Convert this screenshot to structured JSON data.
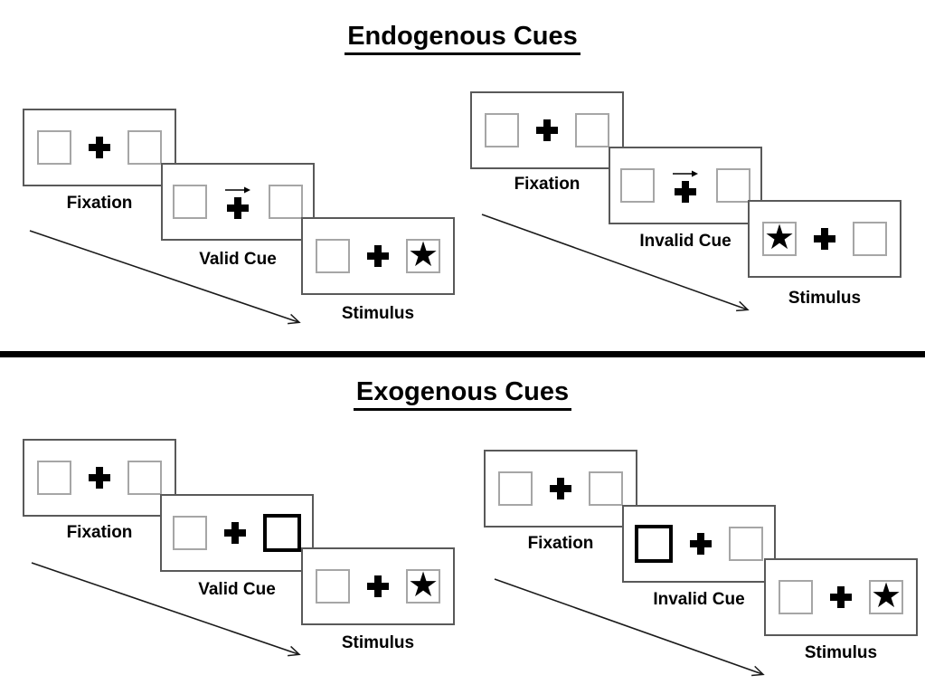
{
  "sections": [
    {
      "title": "Endogenous Cues",
      "sequences": [
        {
          "name": "valid",
          "panels": [
            {
              "label": "Fixation"
            },
            {
              "label": "Valid Cue"
            },
            {
              "label": "Stimulus"
            }
          ]
        },
        {
          "name": "invalid",
          "panels": [
            {
              "label": "Fixation"
            },
            {
              "label": "Invalid Cue"
            },
            {
              "label": "Stimulus"
            }
          ]
        }
      ]
    },
    {
      "title": "Exogenous Cues",
      "sequences": [
        {
          "name": "valid",
          "panels": [
            {
              "label": "Fixation"
            },
            {
              "label": "Valid Cue"
            },
            {
              "label": "Stimulus"
            }
          ]
        },
        {
          "name": "invalid",
          "panels": [
            {
              "label": "Fixation"
            },
            {
              "label": "Invalid Cue"
            },
            {
              "label": "Stimulus"
            }
          ]
        }
      ]
    }
  ],
  "glyphs": {
    "star": "★",
    "fixation_cross": "+",
    "cue_arrow": "→",
    "timeline_arrow": "↘"
  },
  "colors": {
    "ink": "#000000",
    "panel_border": "#595959",
    "square_border": "#a6a6a6",
    "background": "#ffffff"
  }
}
